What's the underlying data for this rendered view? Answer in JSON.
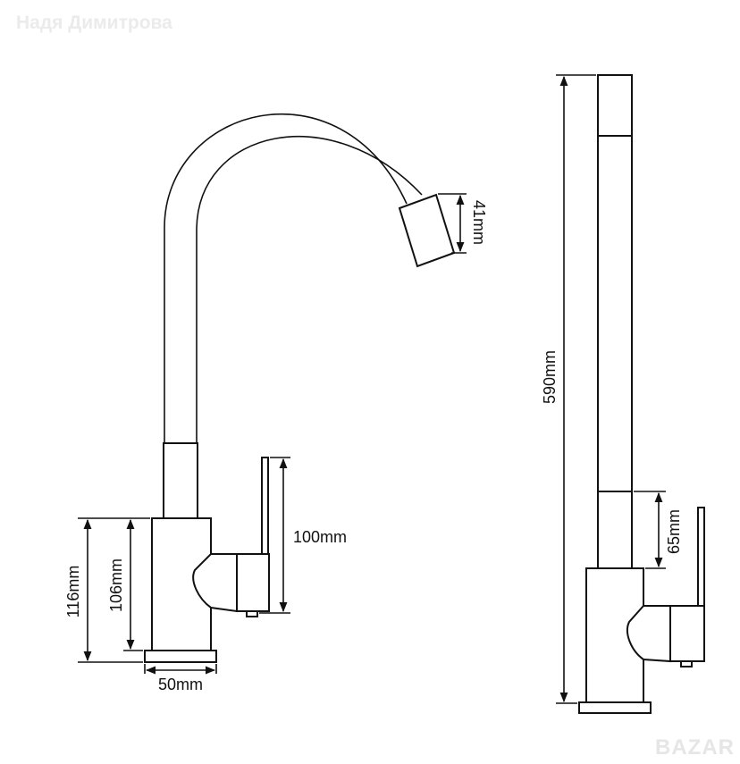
{
  "watermark": "Надя Димитрова",
  "logo": "BAZAR",
  "front_view": {
    "dim_height_total": "116mm",
    "dim_height_body": "106mm",
    "dim_base_width": "50mm",
    "dim_handle_height": "100mm",
    "dim_spout_outlet": "41mm"
  },
  "side_view": {
    "dim_total_height": "590mm",
    "dim_handle_height": "65mm"
  }
}
